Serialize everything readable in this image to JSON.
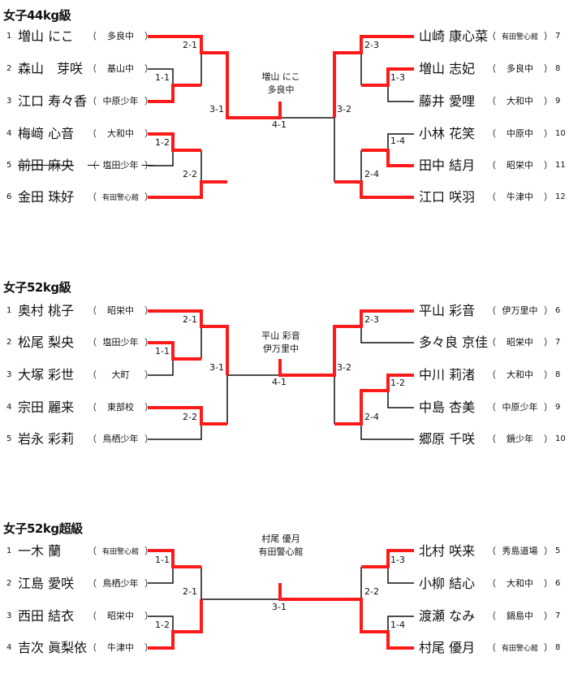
{
  "sections": [
    {
      "title": "女子44kg級",
      "winner": {
        "name": "増山 にこ",
        "club": "多良中"
      },
      "left": [
        {
          "seed": "1",
          "name": "増山 にこ",
          "club": "多良中"
        },
        {
          "seed": "2",
          "name": "森山　芽咲",
          "club": "基山中"
        },
        {
          "seed": "3",
          "name": "江口 寿々香",
          "club": "中原少年"
        },
        {
          "seed": "4",
          "name": "梅﨑 心音",
          "club": "大和中"
        },
        {
          "seed": "5",
          "name": "前田 麻央",
          "club": "塩田少年",
          "withdrawn": true
        },
        {
          "seed": "6",
          "name": "金田 珠好",
          "club": "有田警心館"
        }
      ],
      "right": [
        {
          "seed": "7",
          "name": "山崎 康心菜",
          "club": "有田警心館"
        },
        {
          "seed": "8",
          "name": "増山 志妃",
          "club": "多良中"
        },
        {
          "seed": "9",
          "name": "藤井 愛哩",
          "club": "大和中"
        },
        {
          "seed": "10",
          "name": "小林 花笑",
          "club": "中原中"
        },
        {
          "seed": "11",
          "name": "田中 結月",
          "club": "昭栄中"
        },
        {
          "seed": "12",
          "name": "江口 咲羽",
          "club": "牛津中"
        }
      ],
      "scores": [
        "2-1",
        "1-1",
        "3-1",
        "1-2",
        "2-2",
        "4-1",
        "2-3",
        "1-3",
        "3-2",
        "1-4",
        "2-4"
      ]
    },
    {
      "title": "女子52kg級",
      "winner": {
        "name": "平山 彩音",
        "club": "伊万里中"
      },
      "left": [
        {
          "seed": "1",
          "name": "奥村 桃子",
          "club": "昭栄中"
        },
        {
          "seed": "2",
          "name": "松尾 梨央",
          "club": "塩田少年"
        },
        {
          "seed": "3",
          "name": "大塚 彩世",
          "club": "大町"
        },
        {
          "seed": "4",
          "name": "宗田 麗来",
          "club": "東部校"
        },
        {
          "seed": "5",
          "name": "岩永 彩莉",
          "club": "鳥栖少年"
        }
      ],
      "right": [
        {
          "seed": "6",
          "name": "平山 彩音",
          "club": "伊万里中"
        },
        {
          "seed": "7",
          "name": "多々良 京佳",
          "club": "昭栄中"
        },
        {
          "seed": "8",
          "name": "中川 莉渚",
          "club": "大和中"
        },
        {
          "seed": "9",
          "name": "中島 杏美",
          "club": "中原少年"
        },
        {
          "seed": "10",
          "name": "郷原 千咲",
          "club": "鏡少年"
        }
      ],
      "scores": [
        "2-1",
        "1-1",
        "3-1",
        "2-2",
        "4-1",
        "2-3",
        "3-2",
        "1-2",
        "2-4"
      ]
    },
    {
      "title": "女子52kg超級",
      "winner": {
        "name": "村尾 優月",
        "club": "有田警心館"
      },
      "left": [
        {
          "seed": "1",
          "name": "一木 蘭",
          "club": "有田警心館"
        },
        {
          "seed": "2",
          "name": "江島 愛咲",
          "club": "鳥栖少年"
        },
        {
          "seed": "3",
          "name": "西田 結衣",
          "club": "昭栄中"
        },
        {
          "seed": "4",
          "name": "吉次 眞梨依",
          "club": "牛津中"
        }
      ],
      "right": [
        {
          "seed": "5",
          "name": "北村 咲来",
          "club": "秀島道場"
        },
        {
          "seed": "6",
          "name": "小柳 結心",
          "club": "大和中"
        },
        {
          "seed": "7",
          "name": "渡瀬 なみ",
          "club": "鍋島中"
        },
        {
          "seed": "8",
          "name": "村尾 優月",
          "club": "有田警心館"
        }
      ],
      "scores": [
        "1-1",
        "2-1",
        "1-2",
        "3-1",
        "1-3",
        "2-2",
        "1-4"
      ]
    }
  ],
  "colors": {
    "winner_line": "#ff1a1a",
    "line": "#111111"
  }
}
